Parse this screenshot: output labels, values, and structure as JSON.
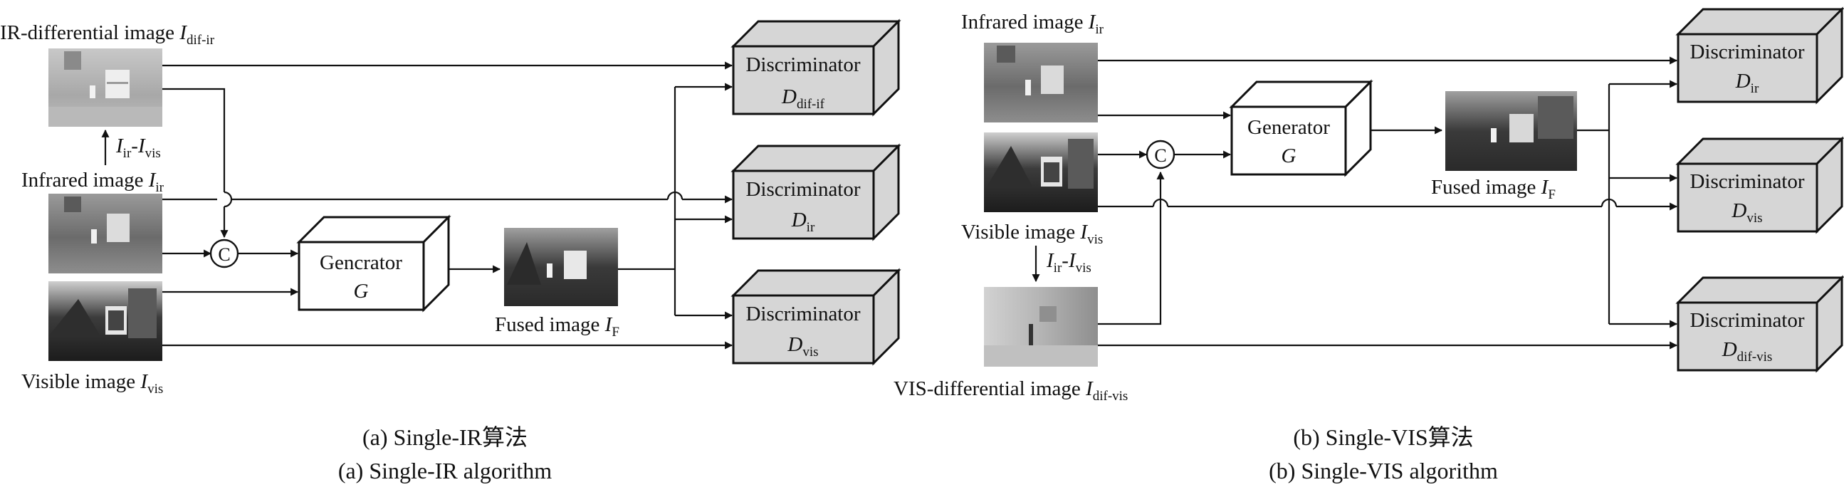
{
  "colors": {
    "discriminator_fill": "#d6d6d6",
    "generator_fill": "#ffffff",
    "line": "#111111"
  },
  "panel_a": {
    "ir_diff_label": "IR-differential image",
    "ir_diff_var": "I",
    "ir_diff_sub": "dif-ir",
    "infrared_label": "Infrared image",
    "infrared_var": "I",
    "infrared_sub": "ir",
    "visible_label": "Visible image",
    "visible_var": "I",
    "visible_sub": "vis",
    "diff_op_a": "I",
    "diff_op_a_sub": "ir",
    "diff_op_sep": "-",
    "diff_op_b": "I",
    "diff_op_b_sub": "vis",
    "concat_symbol": "C",
    "generator_title": "Gencrator",
    "generator_var": "G",
    "fused_label": "Fused image",
    "fused_var": "I",
    "fused_sub": "F",
    "disc_title": "Discriminator",
    "disc_vars": [
      {
        "var": "D",
        "sub": "dif-if"
      },
      {
        "var": "D",
        "sub": "ir"
      },
      {
        "var": "D",
        "sub": "vis"
      }
    ],
    "caption_cn": "(a) Single-IR算法",
    "caption_en": "(a) Single-IR algorithm"
  },
  "panel_b": {
    "infrared_label": "Infrared image",
    "infrared_var": "I",
    "infrared_sub": "ir",
    "visible_label": "Visible image",
    "visible_var": "I",
    "visible_sub": "vis",
    "vis_diff_label": "VIS-differential image",
    "vis_diff_var": "I",
    "vis_diff_sub": "dif-vis",
    "diff_op_a": "I",
    "diff_op_a_sub": "ir",
    "diff_op_sep": "-",
    "diff_op_b": "I",
    "diff_op_b_sub": "vis",
    "concat_symbol": "C",
    "generator_title": "Generator",
    "generator_var": "G",
    "fused_label": "Fused image",
    "fused_var": "I",
    "fused_sub": "F",
    "disc_title": "Discriminator",
    "disc_vars": [
      {
        "var": "D",
        "sub": "ir"
      },
      {
        "var": "D",
        "sub": "vis"
      },
      {
        "var": "D",
        "sub": "dif-vis"
      }
    ],
    "caption_cn": "(b) Single-VIS算法",
    "caption_en": "(b) Single-VIS algorithm"
  }
}
